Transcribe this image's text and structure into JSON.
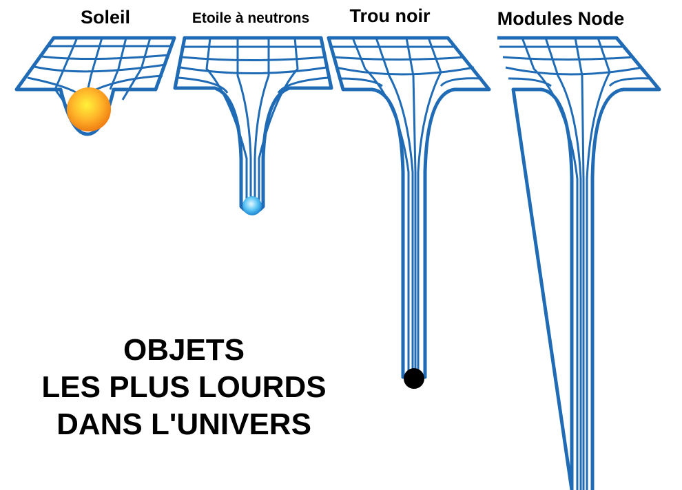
{
  "panels": [
    {
      "label": "Soleil",
      "object": "sun",
      "object_color": "#f5a623"
    },
    {
      "label": "Etoile à neutrons",
      "object": "neutron-star",
      "object_color": "#39a9e8"
    },
    {
      "label": "Trou noir",
      "object": "black-hole",
      "object_color": "#000000"
    },
    {
      "label": "Modules Node",
      "object": "none"
    }
  ],
  "title": {
    "line1": "OBJETS",
    "line2": "LES PLUS LOURDS",
    "line3": "DANS L'UNIVERS"
  },
  "colors": {
    "grid": "#1f6bb5",
    "background": "#ffffff",
    "text": "#000000"
  }
}
